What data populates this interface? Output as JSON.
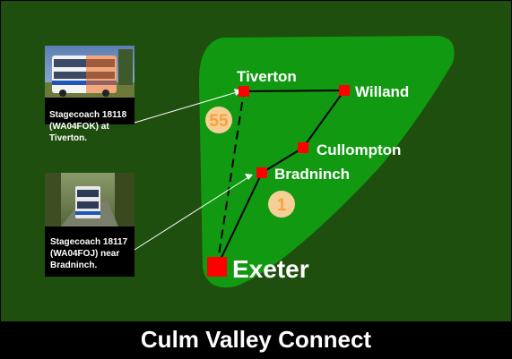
{
  "title": "Culm Valley Connect",
  "places": [
    {
      "id": "exeter",
      "name": "Exeter",
      "major": true
    },
    {
      "id": "bradninch",
      "name": "Bradninch",
      "major": false
    },
    {
      "id": "cullompton",
      "name": "Cullompton",
      "major": false
    },
    {
      "id": "willand",
      "name": "Willand",
      "major": false
    },
    {
      "id": "tiverton",
      "name": "Tiverton",
      "major": false
    }
  ],
  "routes": [
    {
      "number": "55",
      "style": "dashed",
      "stops": [
        "Exeter",
        "Tiverton"
      ]
    },
    {
      "number": "1",
      "style": "solid",
      "stops": [
        "Exeter",
        "Bradninch",
        "Cullompton",
        "Willand",
        "Tiverton"
      ]
    }
  ],
  "photos": [
    {
      "caption": "Stagecoach 18118\n(WA04FOK) at\nTiverton.",
      "points_to": "Tiverton"
    },
    {
      "caption": "Stagecoach 18117\n(WA04FOJ) near\nBradninch.",
      "points_to": "Bradninch"
    }
  ],
  "colors": {
    "background": "#1f4f0f",
    "valley": "#119a11",
    "stop": "#ff0000",
    "route_badge": "#f5cf95",
    "route_number": "#f7a13e",
    "title_bar": "#000000"
  }
}
